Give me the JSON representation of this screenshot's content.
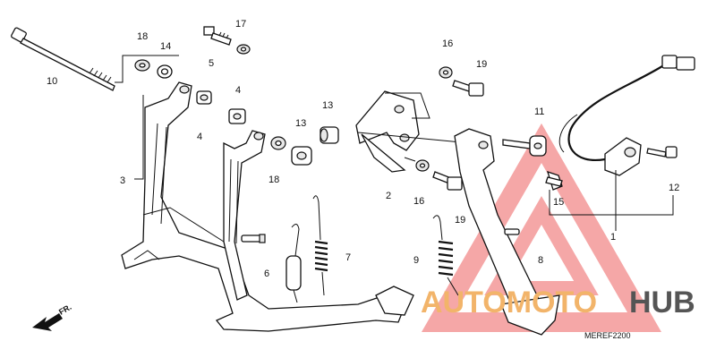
{
  "diagram": {
    "code": "MEREF2200",
    "direction_label": "FR.",
    "callouts": [
      {
        "id": "c1",
        "text": "1"
      },
      {
        "id": "c2",
        "text": "2"
      },
      {
        "id": "c3",
        "text": "3"
      },
      {
        "id": "c4a",
        "text": "4"
      },
      {
        "id": "c4b",
        "text": "4"
      },
      {
        "id": "c5",
        "text": "5"
      },
      {
        "id": "c6",
        "text": "6"
      },
      {
        "id": "c7",
        "text": "7"
      },
      {
        "id": "c8",
        "text": "8"
      },
      {
        "id": "c9",
        "text": "9"
      },
      {
        "id": "c10",
        "text": "10"
      },
      {
        "id": "c11",
        "text": "11"
      },
      {
        "id": "c12",
        "text": "12"
      },
      {
        "id": "c13a",
        "text": "13"
      },
      {
        "id": "c13b",
        "text": "13"
      },
      {
        "id": "c14",
        "text": "14"
      },
      {
        "id": "c15",
        "text": "15"
      },
      {
        "id": "c16a",
        "text": "16"
      },
      {
        "id": "c16b",
        "text": "16"
      },
      {
        "id": "c17",
        "text": "17"
      },
      {
        "id": "c18a",
        "text": "18"
      },
      {
        "id": "c18b",
        "text": "18"
      },
      {
        "id": "c19a",
        "text": "19"
      },
      {
        "id": "c19b",
        "text": "19"
      }
    ]
  },
  "watermark": {
    "part_a": "AUTOMOTO",
    "part_b": "HUB",
    "color_a": "#f2b46a",
    "color_b": "#555555",
    "logo_color": "#f28a8a"
  }
}
